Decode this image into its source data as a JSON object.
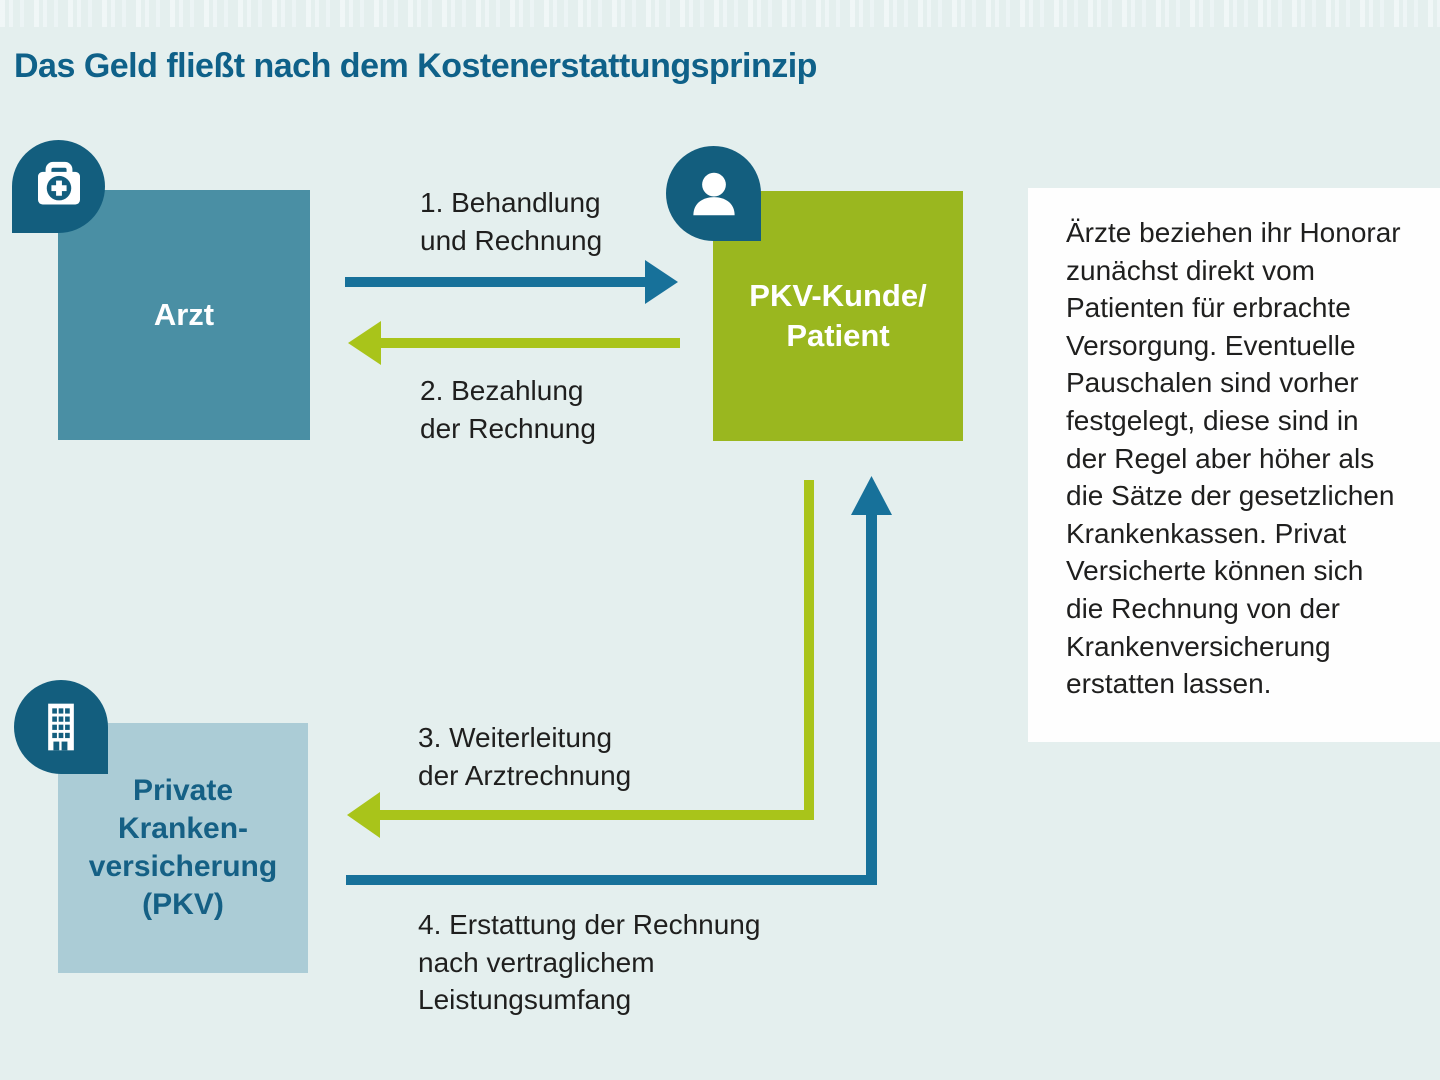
{
  "title": "Das Geld fließt nach dem Kostenerstattungsprinzip",
  "nodes": {
    "arzt": {
      "label": "Arzt",
      "icon": "medical-bag-icon",
      "color": "#4a8fa4"
    },
    "patient": {
      "label": "PKV-Kunde/\nPatient",
      "icon": "person-icon",
      "color": "#9ab71f"
    },
    "pkv": {
      "label": "Private\nKranken-\nversicherung\n(PKV)",
      "icon": "building-icon",
      "color": "#abccd6"
    }
  },
  "flows": [
    {
      "label": "1. Behandlung\nund Rechnung",
      "from": "Arzt",
      "to": "PKV-Kunde/Patient",
      "color": "#17719a"
    },
    {
      "label": "2. Bezahlung\nder Rechnung",
      "from": "PKV-Kunde/Patient",
      "to": "Arzt",
      "color": "#a9c41a"
    },
    {
      "label": "3. Weiterleitung\nder Arztrechnung",
      "from": "PKV-Kunde/Patient",
      "to": "Private Krankenversicherung (PKV)",
      "color": "#a9c41a"
    },
    {
      "label": "4. Erstattung der Rechnung\nnach vertraglichem\nLeistungsumfang",
      "from": "Private Krankenversicherung (PKV)",
      "to": "PKV-Kunde/Patient",
      "color": "#17719a"
    }
  ],
  "info_box": {
    "text": "Ärzte beziehen ihr Honorar\nzunächst direkt vom\nPatienten für erbrachte\nVersorgung. Eventuelle\nPauschalen sind vorher\nfestgelegt, diese sind in\nder Regel aber höher als\ndie Sätze der gesetzlichen\nKrankenkassen. Privat\nVersicherte können sich\ndie Rechnung von der\nKrankenversicherung\nerstatten lassen."
  },
  "colors": {
    "background": "#e4efee",
    "title_text": "#0f6189",
    "icon_circle": "#135e7e",
    "arzt_box": "#4a8fa4",
    "patient_box": "#9ab71f",
    "pkv_box": "#abccd6",
    "pkv_text": "#156085",
    "teal_arrow": "#17719a",
    "green_arrow": "#a9c41a",
    "body_text": "#1f1f1e",
    "info_box_bg": "#fefefe"
  }
}
